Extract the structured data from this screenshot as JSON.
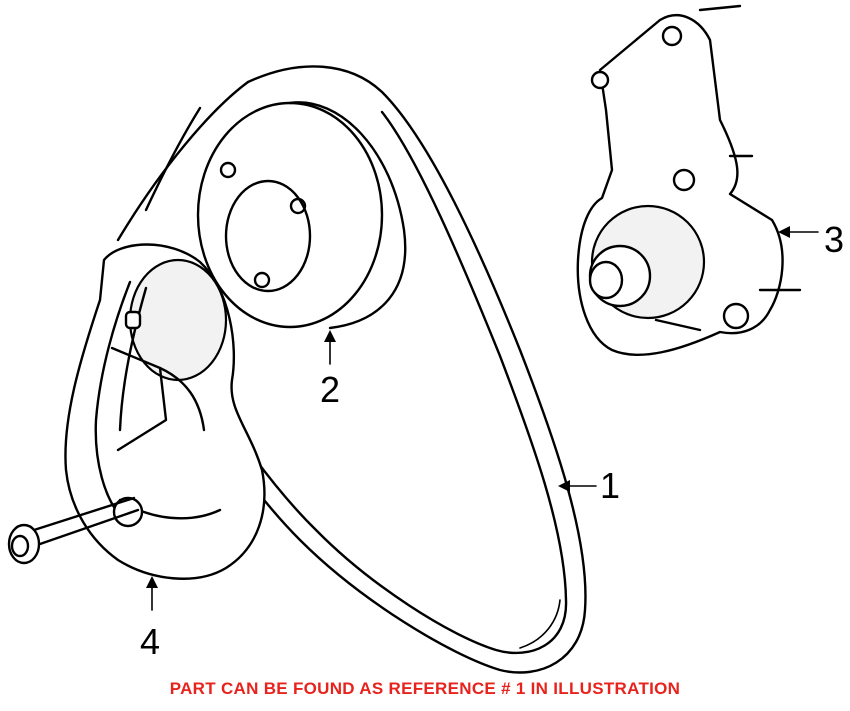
{
  "callouts": [
    {
      "id": "1",
      "label": "1"
    },
    {
      "id": "2",
      "label": "2"
    },
    {
      "id": "3",
      "label": "3"
    },
    {
      "id": "4",
      "label": "4"
    }
  ],
  "caption": {
    "text": "PART CAN BE FOUND AS REFERENCE # 1 IN ILLUSTRATION",
    "color": "#e8231d"
  },
  "parts": [
    {
      "ref": "1",
      "name": "drive-belt"
    },
    {
      "ref": "2",
      "name": "idler-pulley"
    },
    {
      "ref": "3",
      "name": "water-pump"
    },
    {
      "ref": "4",
      "name": "belt-tensioner"
    }
  ]
}
